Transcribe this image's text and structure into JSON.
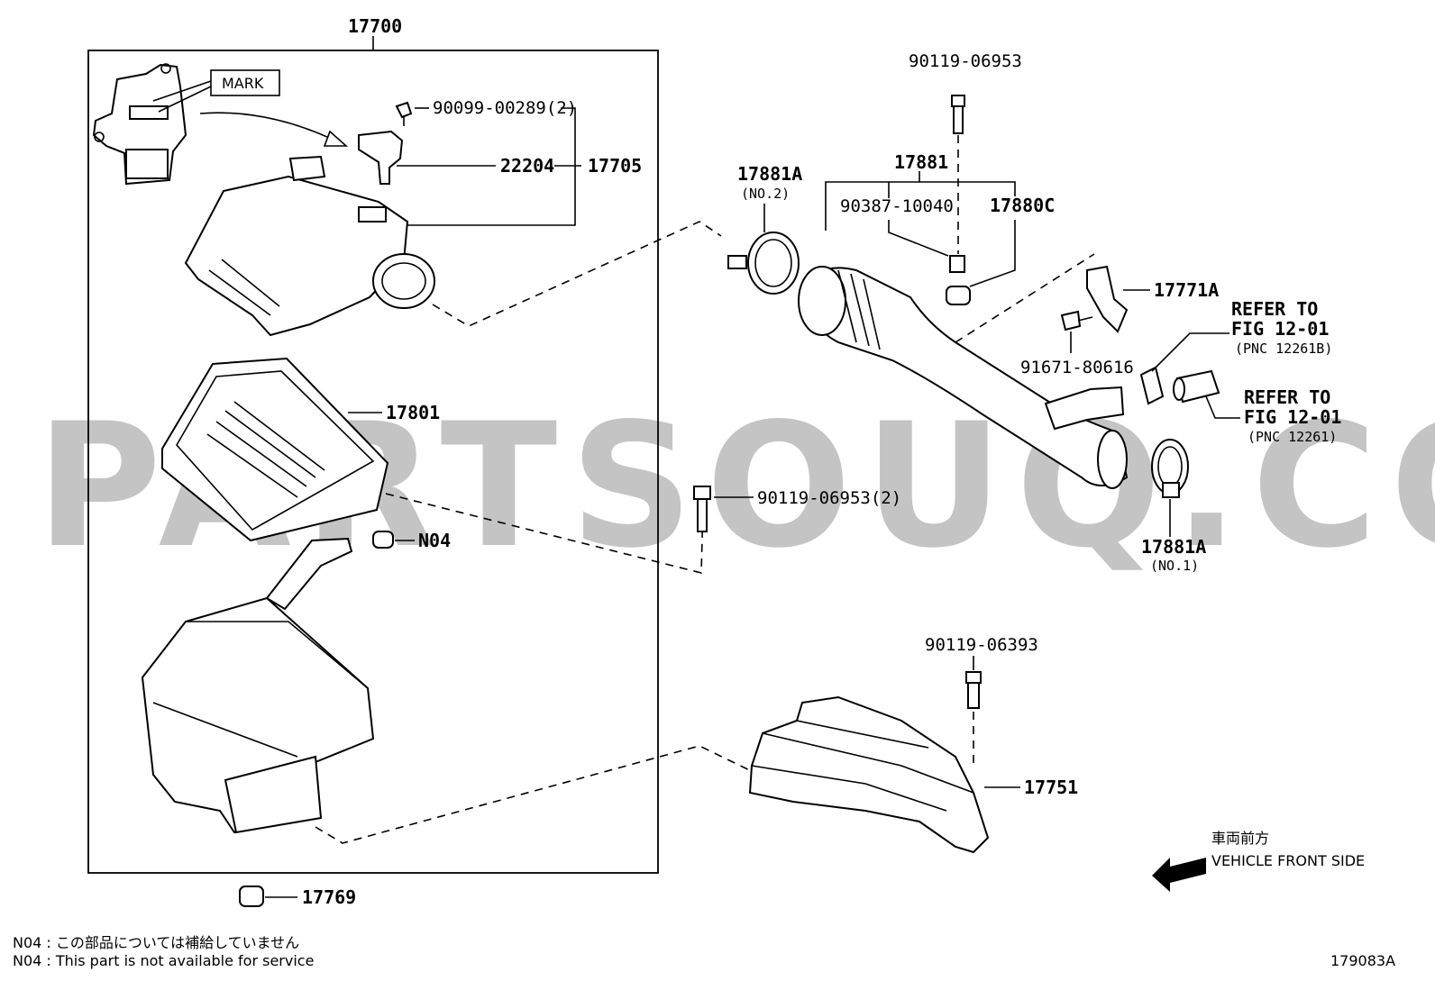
{
  "watermark": "PARTSOUQ.COM",
  "diagram_id": "179083A",
  "labels": {
    "p17700": "17700",
    "mark": "MARK",
    "p90099": "90099-00289(2)",
    "p22204": "22204",
    "p17705": "17705",
    "p17801": "17801",
    "n04": "N04",
    "p17769": "17769",
    "p90119_top": "90119-06953",
    "p17881": "17881",
    "p17881a_top": "17881A",
    "no2": "(NO.2)",
    "p90387": "90387-10040",
    "p17880c": "17880C",
    "p17771a": "17771A",
    "p91671": "91671-80616",
    "refer1_a": "REFER TO",
    "refer1_b": "FIG 12-01",
    "refer1_c": "(PNC 12261B)",
    "refer2_a": "REFER TO",
    "refer2_b": "FIG 12-01",
    "refer2_c": "(PNC 12261)",
    "p90119_mid": "90119-06953(2)",
    "p17881a_bot": "17881A",
    "no1": "(NO.1)",
    "p90119_bot": "90119-06393",
    "p17751": "17751",
    "front_jp": "車両前方",
    "front_en": "VEHICLE FRONT SIDE"
  },
  "notes": {
    "n04_jp": "N04 : この部品については補給していません",
    "n04_en": "N04 : This part is not available for service"
  },
  "icons": {
    "arrow": "left-arrow-icon"
  }
}
